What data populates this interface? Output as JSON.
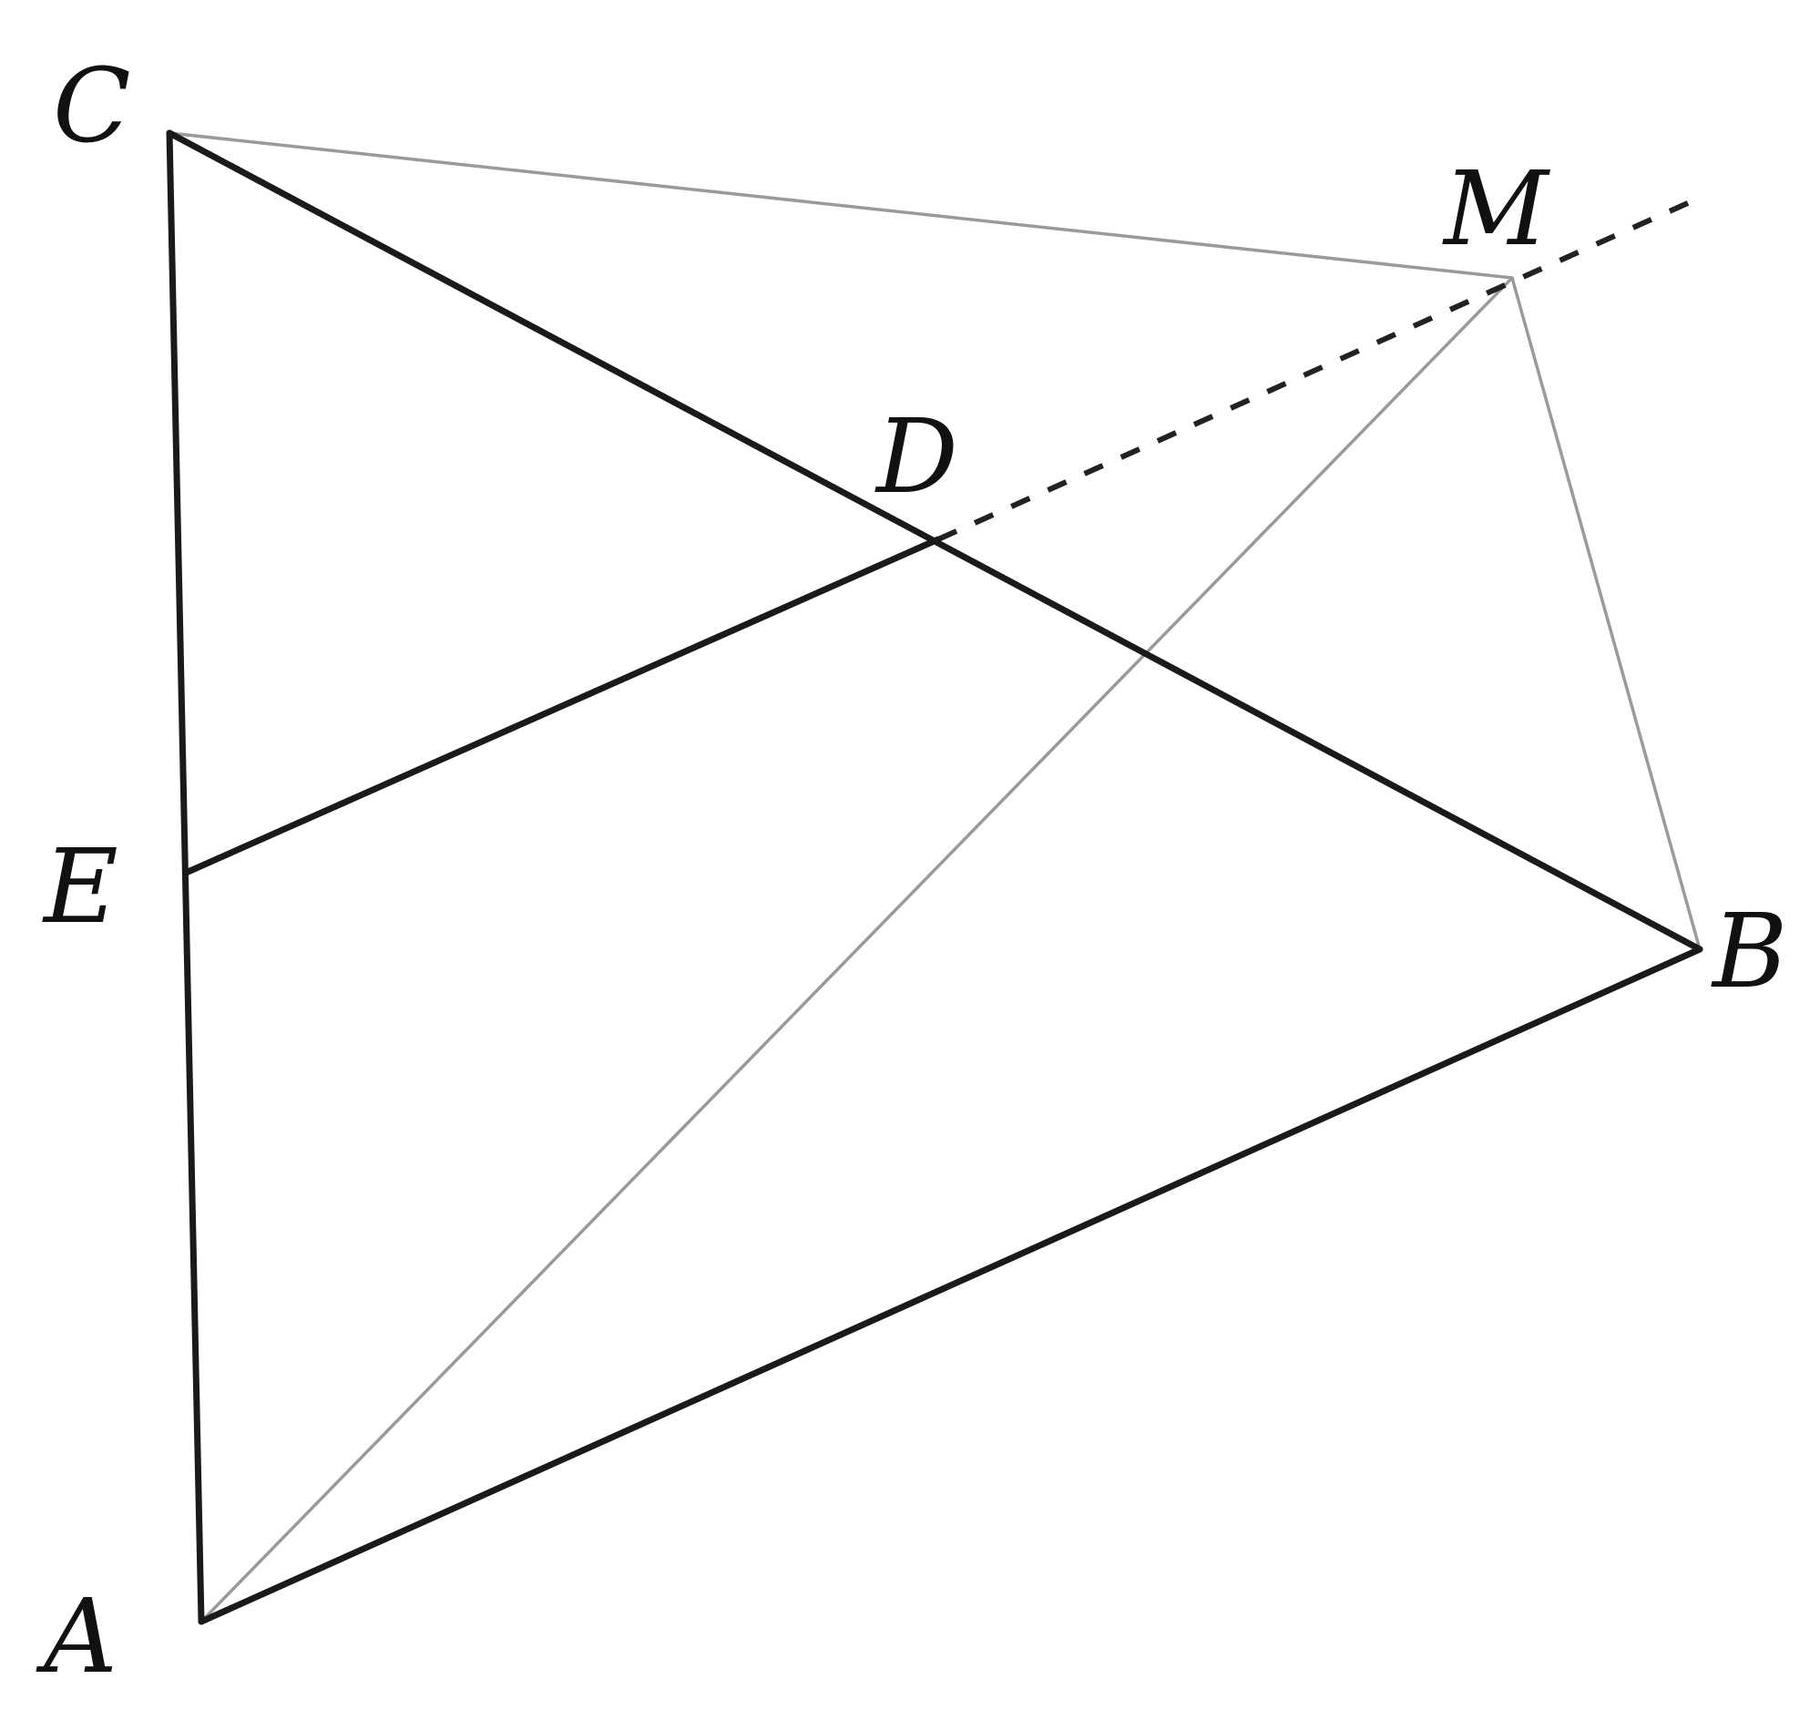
{
  "figure": {
    "labels": {
      "A": "A",
      "B": "B",
      "C": "C",
      "D": "D",
      "E": "E",
      "M": "M"
    }
  }
}
